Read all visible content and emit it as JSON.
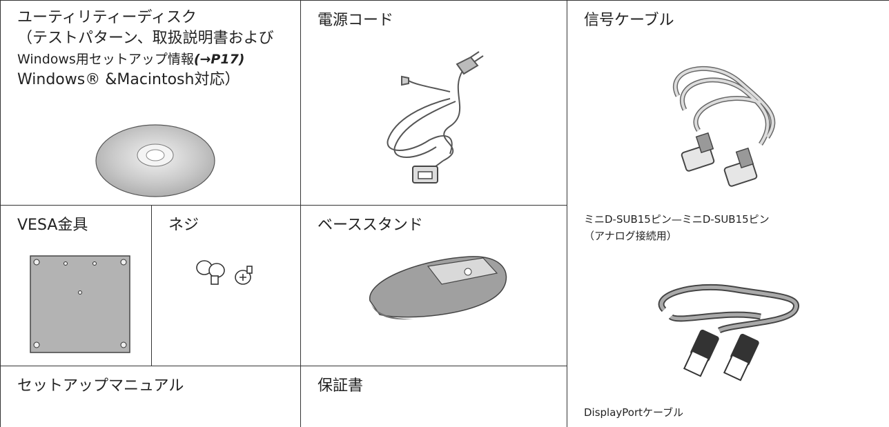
{
  "cells": {
    "utility_disk": {
      "lines": [
        "ユーティリティーディスク",
        "（テストパターン、取扱説明書および"
      ],
      "line3_text": "Windows用セットアップ情報",
      "line3_ref": "(→P17)",
      "line4": "Windows® &Macintosh対応）"
    },
    "power_cord": {
      "title": "電源コード"
    },
    "signal_cable": {
      "title": "信号ケーブル",
      "dsub_caption": "ミニD-SUB15ピン—ミニD-SUB15ピン",
      "dsub_subcaption": "（アナログ接続用）",
      "dp_caption": "DisplayPortケーブル"
    },
    "vesa": {
      "title": "VESA金具"
    },
    "screw": {
      "title": "ネジ"
    },
    "base_stand": {
      "title": "ベーススタンド"
    },
    "setup_manual": {
      "title": "セットアップマニュアル"
    },
    "warranty": {
      "title": "保証書"
    }
  }
}
